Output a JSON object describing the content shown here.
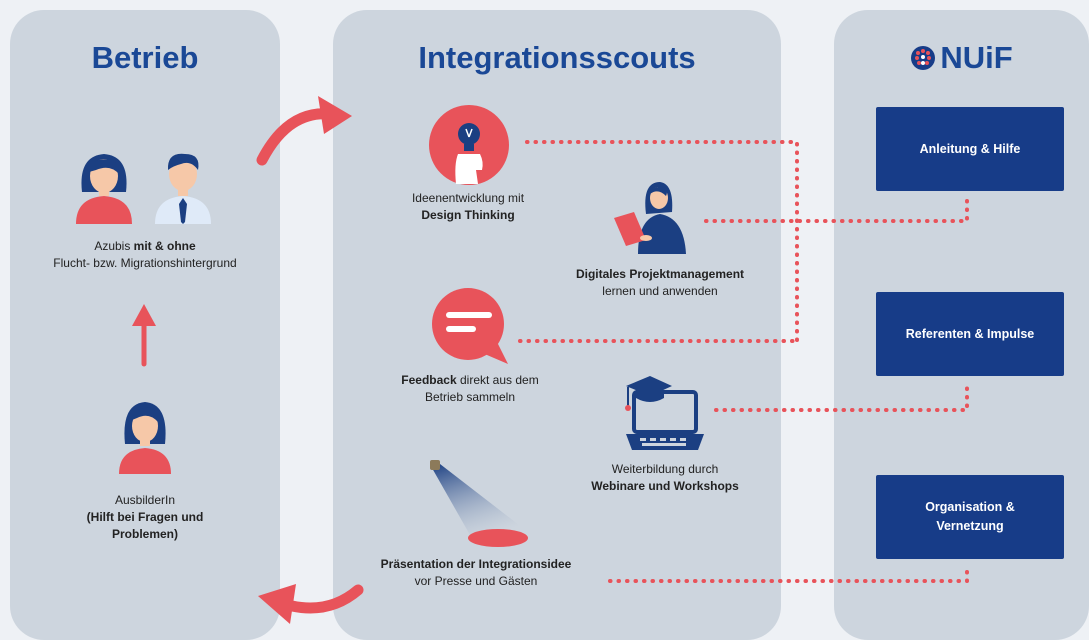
{
  "betrieb": {
    "title": "Betrieb",
    "azubis_pre": "Azubis ",
    "azubis_bold": "mit & ohne",
    "azubis_line2": "Flucht- bzw. Migrationshintergrund",
    "ausbilder_line1": "AusbilderIn",
    "ausbilder_line2": "(Hilft bei Fragen und",
    "ausbilder_line3": "Problemen)"
  },
  "scouts": {
    "title": "Integrationsscouts",
    "design_line1": "Ideenentwicklung mit",
    "design_line2": "Design Thinking",
    "projekt_line1": "Digitales Projektmanagement",
    "projekt_line2": "lernen und anwenden",
    "feedback_bold": "Feedback",
    "feedback_rest": " direkt aus dem",
    "feedback_line2": "Betrieb sammeln",
    "weiter_line1": "Weiterbildung durch",
    "weiter_line2": "Webinare und Workshops",
    "praes_line1": "Präsentation der Integrationsidee",
    "praes_line2": "vor Presse und Gästen"
  },
  "nuif": {
    "title": "NUiF",
    "box1": "Anleitung & Hilfe",
    "box2": "Referenten & Impulse",
    "box3_line1": "Organisation &",
    "box3_line2": "Vernetzung"
  },
  "colors": {
    "accent_red": "#e8535a",
    "navy": "#173c88",
    "panel": "#cdd5de"
  }
}
